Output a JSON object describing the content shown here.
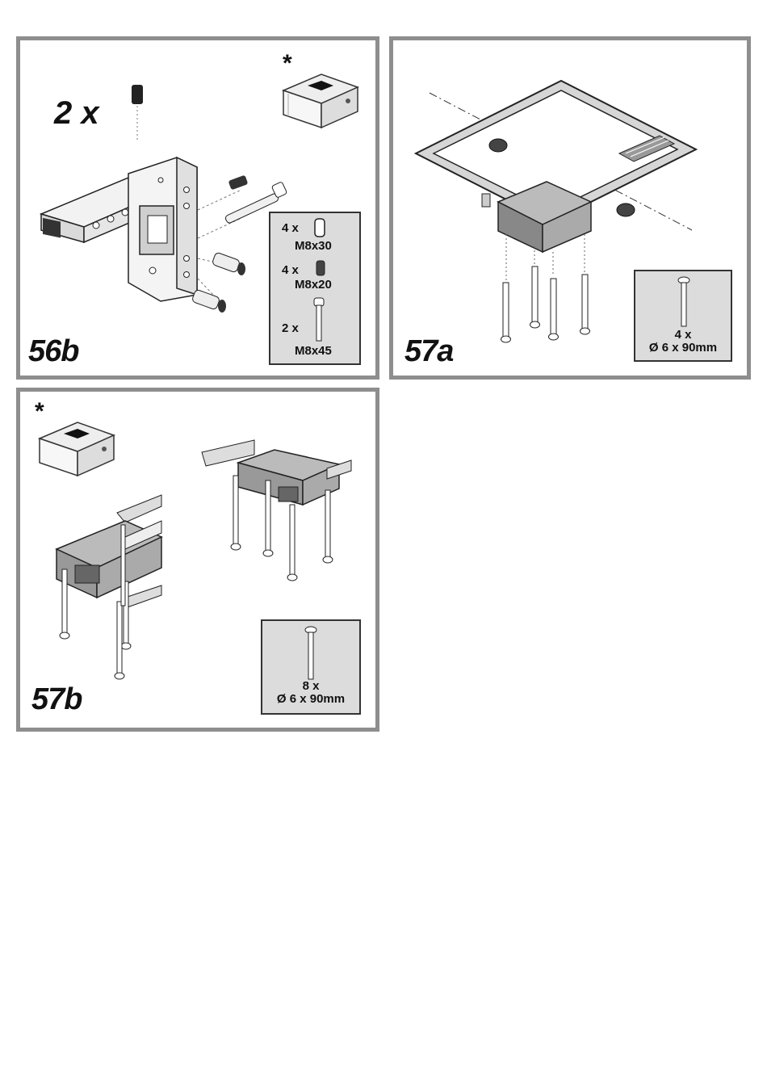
{
  "panels": {
    "p56b": {
      "step": "56b",
      "multiplier": "2 x",
      "star": "*",
      "parts": [
        {
          "qty": "4 x",
          "spec": "M8x30"
        },
        {
          "qty": "4 x",
          "spec": "M8x20"
        },
        {
          "qty": "2 x",
          "spec": "M8x45"
        }
      ]
    },
    "p57a": {
      "step": "57a",
      "parts": [
        {
          "qty": "4 x",
          "spec": "Ø 6 x 90mm"
        }
      ]
    },
    "p57b": {
      "step": "57b",
      "star": "*",
      "parts": [
        {
          "qty": "8 x",
          "spec": "Ø 6 x 90mm"
        }
      ]
    }
  },
  "icons": [
    "bracket-assembly-drawing",
    "frame-assembly-drawing",
    "corner-assembly-drawing",
    "bolt-icon",
    "set-screw-icon",
    "sleeve-icon",
    "profile-detail-icon"
  ]
}
